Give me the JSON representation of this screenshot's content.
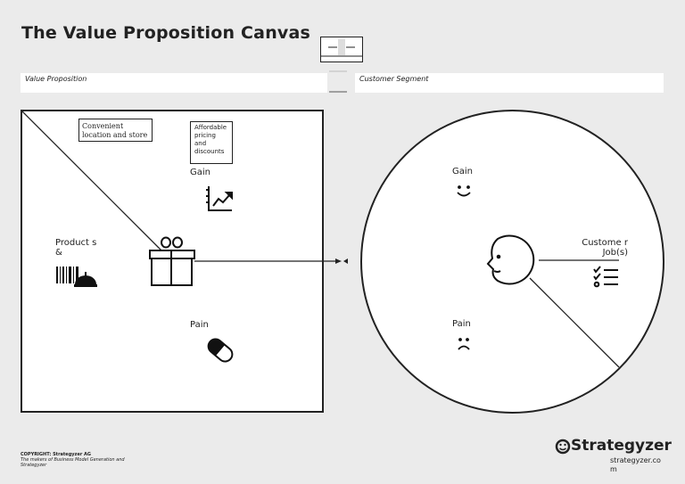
{
  "title": "The Value Proposition Canvas",
  "value_proposition_label": "Value Proposition",
  "customer_segment_label": "Customer Segment",
  "notes": {
    "note1": "Convenient location and store",
    "note2": "Affordable pricing and discounts"
  },
  "value_map": {
    "gain_label": "Gain",
    "products_label": "Product s &",
    "pain_label": "Pain"
  },
  "customer_profile": {
    "gain_label": "Gain",
    "pain_label": "Pain",
    "jobs_label": "Custome r Job(s)"
  },
  "footer": {
    "copyright_head": "COPYRIGHT: Strategyzer AG",
    "copyright_body": "The makers of Business Model Generation and Strategyzer",
    "brand": "Strategyzer",
    "brand_url": "strategyzer.co m"
  },
  "icons": [
    "gift-icon",
    "gain-chart-icon",
    "pill-icon",
    "barcode-icon",
    "service-bell-icon",
    "smile-icon",
    "frown-icon",
    "checklist-icon",
    "face-profile-icon",
    "strategyzer-logo-icon"
  ]
}
